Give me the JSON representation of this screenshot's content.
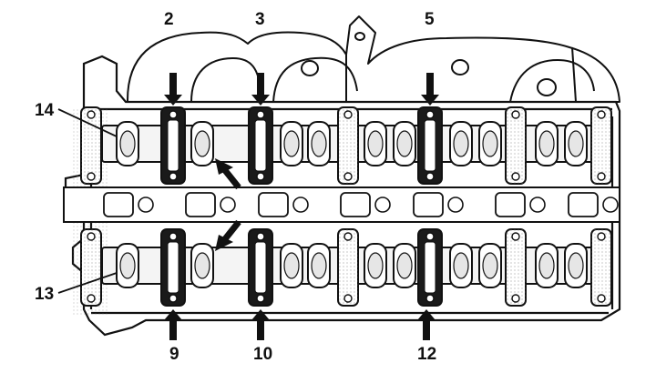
{
  "callouts": {
    "top": [
      "2",
      "3",
      "5"
    ],
    "bottom": [
      "9",
      "10",
      "12"
    ],
    "left_upper": "14",
    "left_lower": "13"
  },
  "colors": {
    "line": "#111111",
    "background": "#ffffff",
    "fill_dark": "#1a1a1a",
    "shade": "#d9d9d9"
  }
}
